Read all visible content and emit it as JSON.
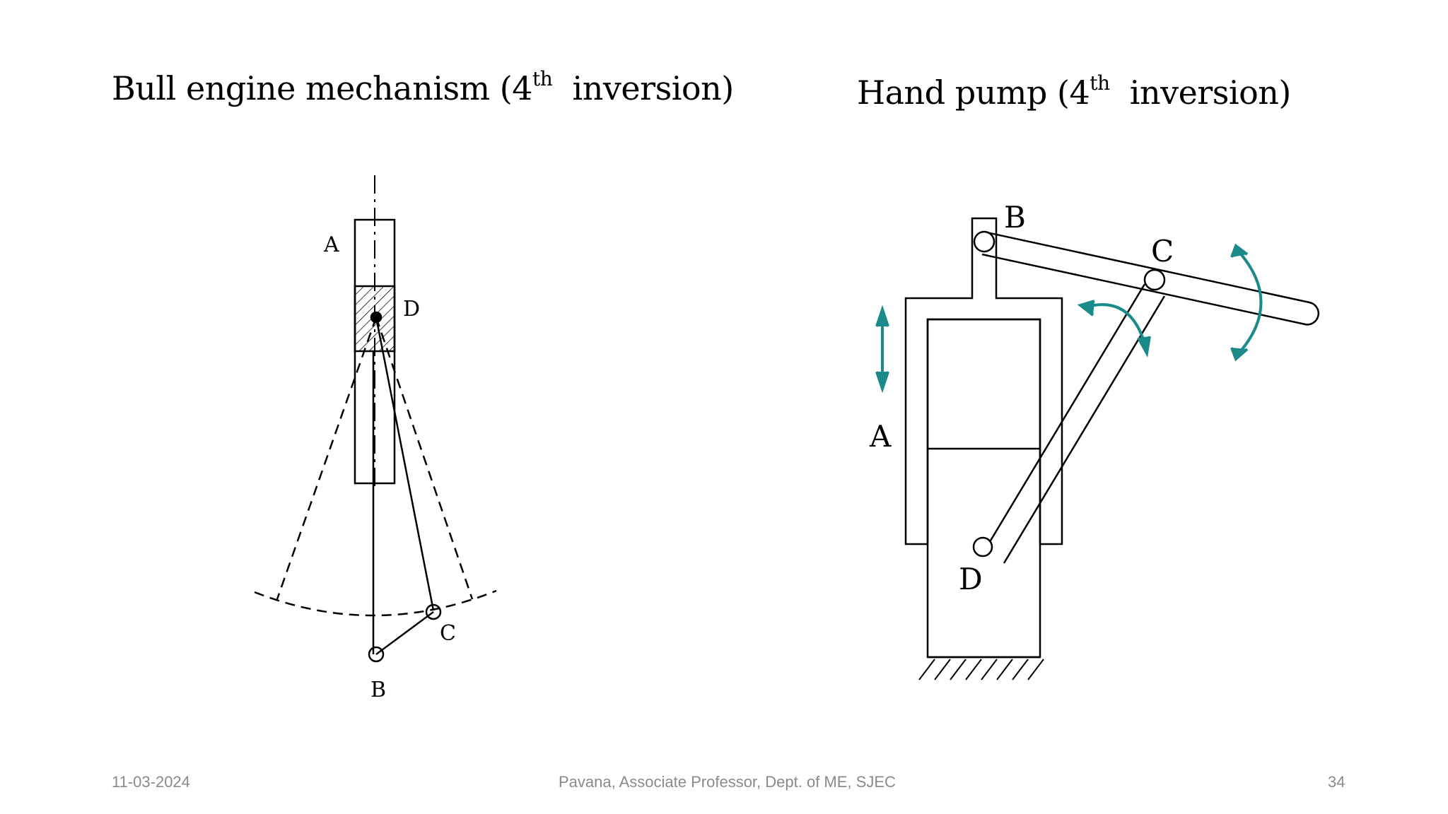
{
  "slide": {
    "left_title": {
      "text": "Bull engine mechanism (4",
      "sup": "th",
      "tail": "  inversion)"
    },
    "right_title": {
      "text": "Hand pump (4",
      "sup": "th",
      "tail": "  inversion)"
    },
    "footer": {
      "date": "11-03-2024",
      "credit": "Pavana, Associate Professor, Dept. of ME, SJEC",
      "page": "34"
    }
  },
  "bull_engine": {
    "labels": {
      "a": "A",
      "b": "B",
      "c": "C",
      "d": "D"
    }
  },
  "hand_pump": {
    "labels": {
      "a": "A",
      "b": "B",
      "c": "C",
      "d": "D"
    },
    "arrow_color": "#1a8a8a"
  }
}
